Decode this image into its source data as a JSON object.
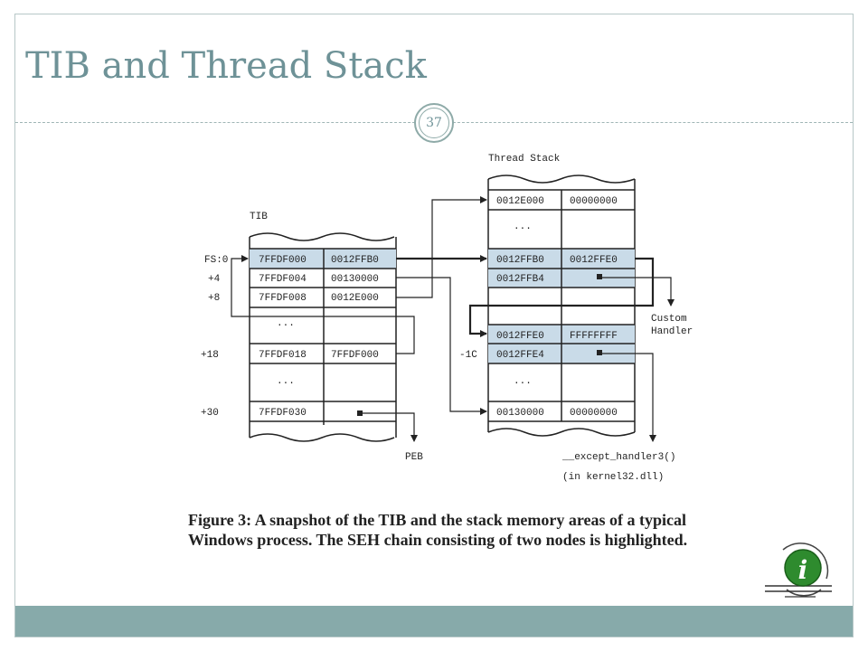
{
  "slide": {
    "title": "TIB and Thread Stack",
    "page_number": "37",
    "caption": "Figure 3:  A snapshot of the TIB and the stack memory areas of a typical Windows process. The SEH chain consisting of two nodes is highlighted."
  },
  "diagram": {
    "tib": {
      "label": "TIB",
      "rows": [
        {
          "offset": "FS:0",
          "addr": "7FFDF000",
          "value": "0012FFB0"
        },
        {
          "offset": "+4",
          "addr": "7FFDF004",
          "value": "00130000"
        },
        {
          "offset": "+8",
          "addr": "7FFDF008",
          "value": "0012E000"
        },
        {
          "offset": "",
          "addr": "...",
          "value": ""
        },
        {
          "offset": "+18",
          "addr": "7FFDF018",
          "value": "7FFDF000"
        },
        {
          "offset": "",
          "addr": "...",
          "value": ""
        },
        {
          "offset": "+30",
          "addr": "7FFDF030",
          "value": ""
        }
      ]
    },
    "stack": {
      "label": "Thread Stack",
      "rows": [
        {
          "addr": "0012E000",
          "value": "00000000"
        },
        {
          "addr": "...",
          "value": ""
        },
        {
          "addr": "0012FFB0",
          "value": "0012FFE0"
        },
        {
          "addr": "0012FFB4",
          "value": ""
        },
        {
          "addr": "...",
          "value": ""
        },
        {
          "addr": "0012FFE0",
          "value": "FFFFFFFF"
        },
        {
          "addr": "0012FFE4",
          "value": ""
        },
        {
          "addr": "...",
          "value": ""
        },
        {
          "addr": "00130000",
          "value": "00000000"
        }
      ],
      "offset_label": "-1C"
    },
    "labels": {
      "custom_handler_1": "Custom",
      "custom_handler_2": "Handler",
      "peb": "PEB",
      "except_handler": "__except_handler3()",
      "kernel32": "(in kernel32.dll)"
    },
    "colors": {
      "highlight": "#c9dbe8",
      "line": "#222222"
    }
  },
  "icon": {
    "name": "info-icon",
    "glyph": "i",
    "color": "#2e8b2e"
  }
}
